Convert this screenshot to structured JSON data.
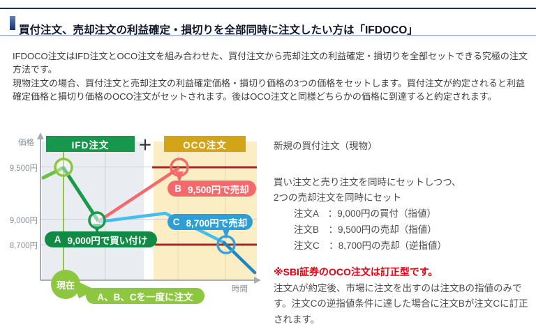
{
  "header": {
    "title": "買付注文、売却注文の利益確定・損切りを全部同時に注文したい方は「IFDOCO」"
  },
  "intro": {
    "p1": "IFDOCO注文はIFD注文とOCO注文を組み合わせた、買付注文から売却注文の利益確定・損切りを全部セットできる究極の注文方法です。",
    "p2": "現物注文の場合、買付注文と売却注文の利益確定価格・損切り価格の3つの価格をセットします。買付注文が約定されると利益確定価格と損切り価格のOCO注文がセットされます。後はOCO注文と同様どちらかの価格に到達すると約定されます。"
  },
  "chart": {
    "ylabel": "価格",
    "xlabel": "時間",
    "banners": {
      "ifd": "IFD注文",
      "oco": "OCO注文"
    },
    "plus": "＋",
    "ticks": [
      "9,500円",
      "9,000円",
      "8,700円"
    ],
    "points": {
      "a": {
        "tag": "A",
        "label": "9,000円で買い付け"
      },
      "b": {
        "tag": "B",
        "label": "9,500円で売却"
      },
      "c": {
        "tag": "C",
        "label": "8,700円で売却"
      }
    },
    "now": {
      "label": "現在",
      "note": "A、B、Cを一度に注文"
    }
  },
  "chart_data": {
    "type": "line",
    "title": "",
    "xlabel": "時間",
    "ylabel": "価格",
    "y_tick_labels": [
      "9,500円",
      "9,000円",
      "8,700円"
    ],
    "y_tick_values": [
      9500,
      9000,
      8700
    ],
    "grid": true,
    "regions": [
      {
        "name": "ifd-zone",
        "label": "IFD注文",
        "color": "#17974d",
        "bg": "#e9edf1"
      },
      {
        "name": "oco-zone",
        "label": "OCO注文",
        "color": "#d2a418",
        "bg": "#fbeec5"
      }
    ],
    "series": [
      {
        "name": "price-history",
        "color": "#6abf45",
        "points": [
          {
            "t": 0,
            "price": 9400
          },
          {
            "t": 1,
            "price": 9500
          }
        ]
      },
      {
        "name": "ifd-buy-leg",
        "color": "#189a4a",
        "points": [
          {
            "t": 1,
            "price": 9500
          },
          {
            "t": 2.6,
            "price": 9000
          }
        ]
      },
      {
        "name": "oco-take-profit-leg",
        "color": "#f4696b",
        "points": [
          {
            "t": 2.6,
            "price": 9000
          },
          {
            "t": 6.4,
            "price": 9500
          }
        ]
      },
      {
        "name": "oco-stop-loss-leg",
        "color": "#45bdef",
        "points": [
          {
            "t": 2.6,
            "price": 9000
          },
          {
            "t": 5.8,
            "price": 9060
          },
          {
            "t": 8.6,
            "price": 8700
          },
          {
            "t": 10,
            "price": 8450
          }
        ]
      }
    ],
    "hlines": [
      {
        "name": "limit-9500",
        "price": 9500,
        "color": "#a8252a"
      },
      {
        "name": "stop-8700",
        "price": 8700,
        "color": "#a8252a"
      }
    ],
    "annotations": [
      {
        "tag": "A",
        "price": 9000,
        "label": "9,000円で買い付け",
        "color": "#128a46"
      },
      {
        "tag": "B",
        "price": 9500,
        "label": "9,500円で売却",
        "color": "#f4696b"
      },
      {
        "tag": "C",
        "price": 8700,
        "label": "8,700円で売却",
        "color": "#2e9fd6"
      }
    ],
    "now_marker": {
      "label": "現在",
      "price": 9500,
      "note": "A、B、Cを一度に注文"
    }
  },
  "right": {
    "heading": "新規の買付注文（現物）",
    "line2": "買い注文と売り注文を同時にセットしつつ、",
    "line3": "2つの売却注文を同時にセット",
    "orders": [
      "注文A　：9,000円の買付（指値）",
      "注文B　：9,500円の売却（指値）",
      "注文C　：8,700円の売却（逆指値）"
    ],
    "warning_title": "※SBI証券のOCO注文は訂正型です。",
    "warning_body": "注文Aが約定後、市場に注文を出すのは注文Bの指値のみです。注文Cの逆指値条件に達した場合に注文Bが注文Cに訂正されます。"
  },
  "colors": {
    "header_rule_top": "#1b2e61",
    "header_rule_bottom": "#a9c4e0",
    "ifd_green": "#17974d",
    "dark_green": "#128a46",
    "light_green": "#8dc63f",
    "oco_gold": "#d2a418",
    "salmon_red": "#f4696b",
    "dark_red_line": "#a8252a",
    "cyan_line": "#45bdef",
    "blue_pill": "#2e9fd6",
    "warning_red": "#e60012",
    "gray_region": "#e9edf1",
    "yellow_region": "#fbeec5"
  }
}
